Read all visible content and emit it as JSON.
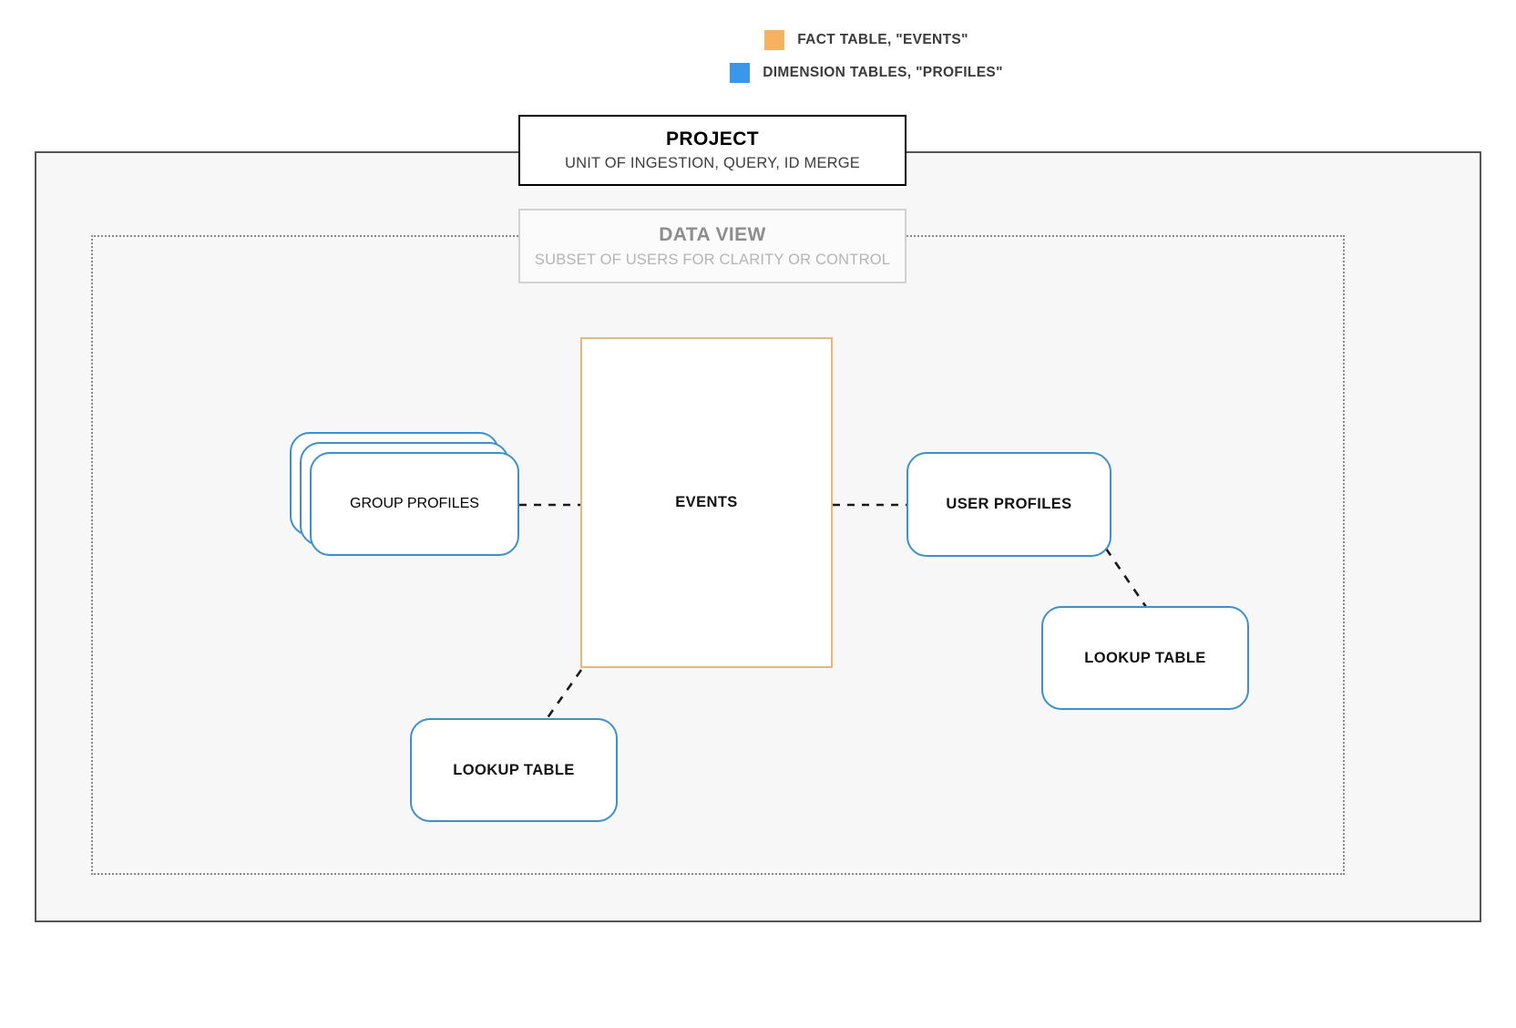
{
  "legend": {
    "items": [
      {
        "swatch_color": "#F5B362",
        "label": "FACT TABLE, \"EVENTS\"",
        "icon": "square-swatch-icon"
      },
      {
        "swatch_color": "#3B97EC",
        "label": "DIMENSION TABLES, \"PROFILES\"",
        "icon": "square-swatch-icon"
      }
    ]
  },
  "project": {
    "title": "PROJECT",
    "subtitle": "UNIT OF INGESTION, QUERY, ID MERGE",
    "border_color": "#000000"
  },
  "data_view": {
    "title": "DATA VIEW",
    "subtitle": "SUBSET OF USERS FOR CLARITY OR CONTROL",
    "border_color": "#D2D2D2",
    "text_color": "#8D8D8D"
  },
  "nodes": {
    "events": {
      "label": "EVENTS",
      "border_color": "#E9B876",
      "kind": "fact-table"
    },
    "group_profiles": {
      "label": "GROUP PROFILES",
      "border_color": "#3D8FCD",
      "kind": "dimension-table-stack",
      "stack_count": 3
    },
    "user_profiles": {
      "label": "USER PROFILES",
      "border_color": "#3D8FCD",
      "kind": "dimension-table"
    },
    "lookup_table_right": {
      "label": "LOOKUP TABLE",
      "border_color": "#3D8FCD",
      "kind": "lookup-table"
    },
    "lookup_table_left": {
      "label": "LOOKUP TABLE",
      "border_color": "#3D8FCD",
      "kind": "lookup-table"
    }
  },
  "connections": [
    {
      "from": "group_profiles",
      "to": "events",
      "style": "dashed"
    },
    {
      "from": "events",
      "to": "user_profiles",
      "style": "dashed"
    },
    {
      "from": "user_profiles",
      "to": "lookup_table_right",
      "style": "dashed"
    },
    {
      "from": "events",
      "to": "lookup_table_left",
      "style": "dashed"
    }
  ],
  "colors": {
    "canvas": "#FFFFFF",
    "project_fill": "#F7F7F7",
    "connector": "#1A1A1A"
  }
}
